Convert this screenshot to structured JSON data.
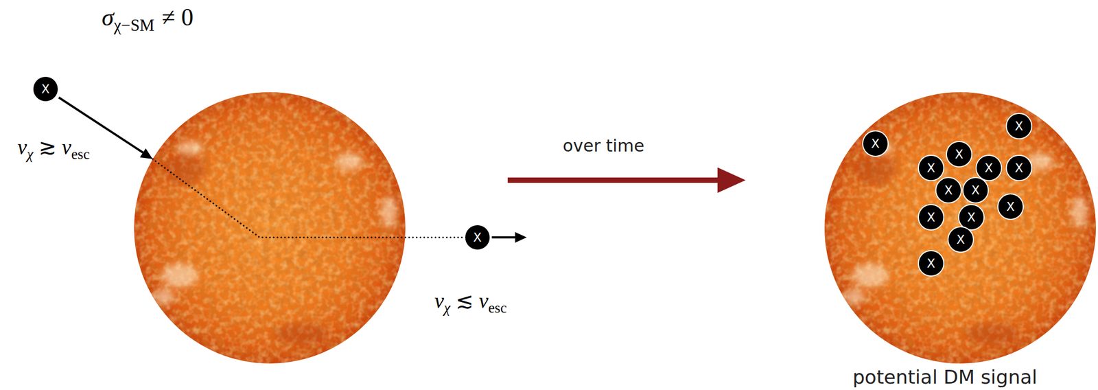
{
  "diagram": {
    "nodes": [
      {
        "text": [
          "X"
        ]
      },
      {
        "text": [
          "X"
        ]
      },
      {
        "text": [
          "X"
        ]
      },
      {
        "text": [
          "X"
        ]
      },
      {
        "text": [
          "X"
        ]
      },
      {
        "text": [
          "X"
        ]
      },
      {
        "text": [
          "X"
        ]
      },
      {
        "text": [
          "X"
        ]
      },
      {
        "text": [
          "X"
        ]
      },
      {
        "text": [
          "X"
        ]
      },
      {
        "text": [
          "X"
        ]
      },
      {
        "text": [
          "X"
        ]
      },
      {
        "text": [
          "X"
        ]
      },
      {
        "text": [
          "X"
        ]
      },
      {
        "text": [
          "X"
        ]
      }
    ],
    "labels": [
      "σ",
      "χ−SM",
      "≠ 0",
      "v",
      "χ",
      "≳",
      "v",
      "esc",
      "over time",
      "v",
      "χ",
      "≲",
      "v",
      "esc",
      "potential DM signal"
    ]
  }
}
